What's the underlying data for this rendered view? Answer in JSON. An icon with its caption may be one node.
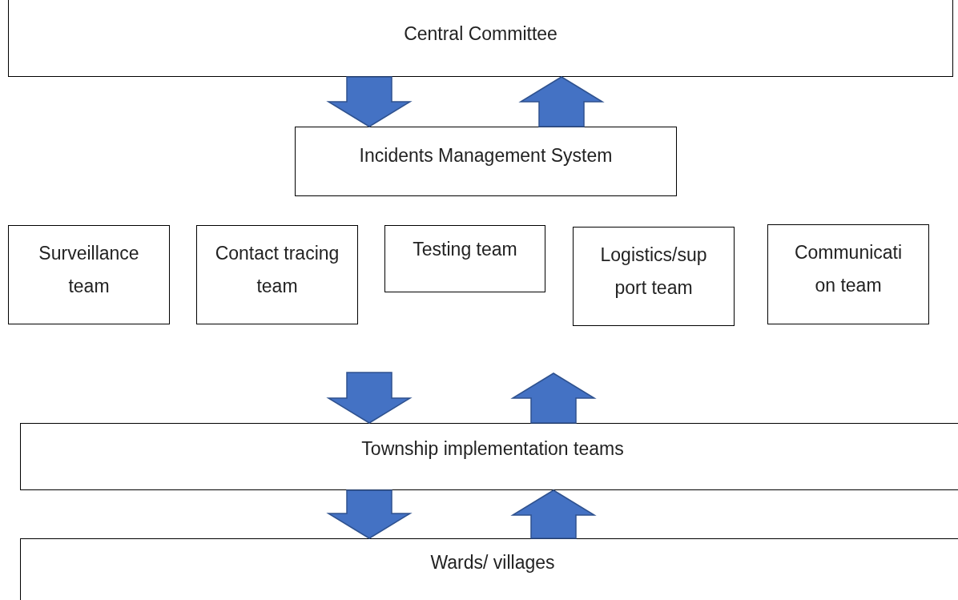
{
  "diagram": {
    "nodes": [
      {
        "text": [
          "Central Committee"
        ]
      },
      {
        "text": [
          "Incidents Management System"
        ]
      },
      {
        "text": [
          "Surveillance team"
        ]
      },
      {
        "text": [
          "Contact tracing team"
        ]
      },
      {
        "text": [
          "Testing team"
        ]
      },
      {
        "text": [
          "Logistics/sup port team"
        ]
      },
      {
        "text": [
          "Communicati on team"
        ]
      },
      {
        "text": [
          "Township implementation teams"
        ]
      },
      {
        "text": [
          "Wards/ villages"
        ]
      }
    ],
    "edges": [
      {
        "from": 0,
        "to": 1,
        "arrow": "to"
      },
      {
        "from": 1,
        "to": 0,
        "arrow": "to"
      },
      {
        "from": null,
        "to": 7,
        "arrow": "to"
      },
      {
        "from": 7,
        "to": null,
        "arrow": "to"
      },
      {
        "from": 7,
        "to": 8,
        "arrow": "to"
      },
      {
        "from": 8,
        "to": 7,
        "arrow": "to"
      }
    ]
  }
}
